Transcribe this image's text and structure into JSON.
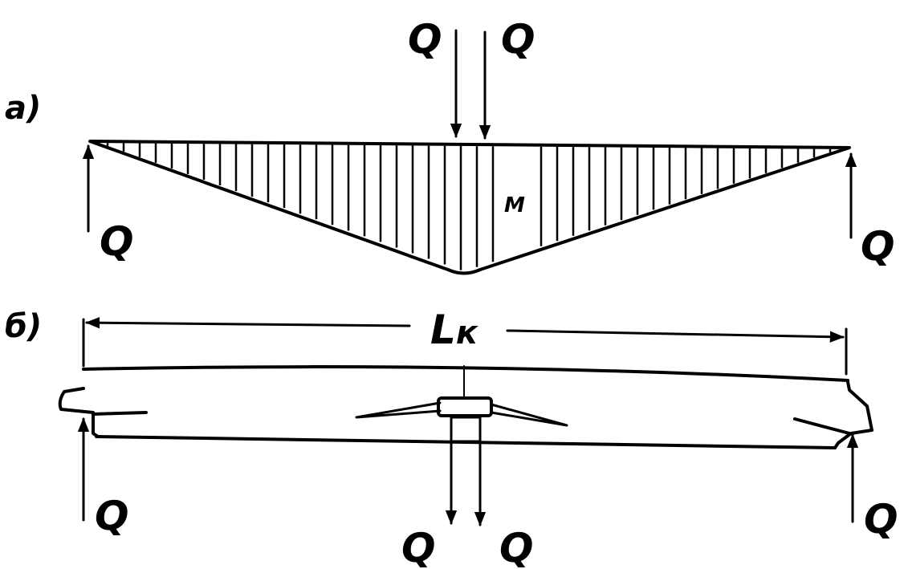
{
  "panel_a": {
    "label": "a)",
    "load_left": "Q",
    "load_right": "Q",
    "support_left": "Q",
    "support_right": "Q",
    "moment": "M"
  },
  "panel_b": {
    "label": "б)",
    "span": "L",
    "span_subscript": "к",
    "support_left": "Q",
    "support_right": "Q",
    "load_left": "Q",
    "load_right": "Q"
  }
}
